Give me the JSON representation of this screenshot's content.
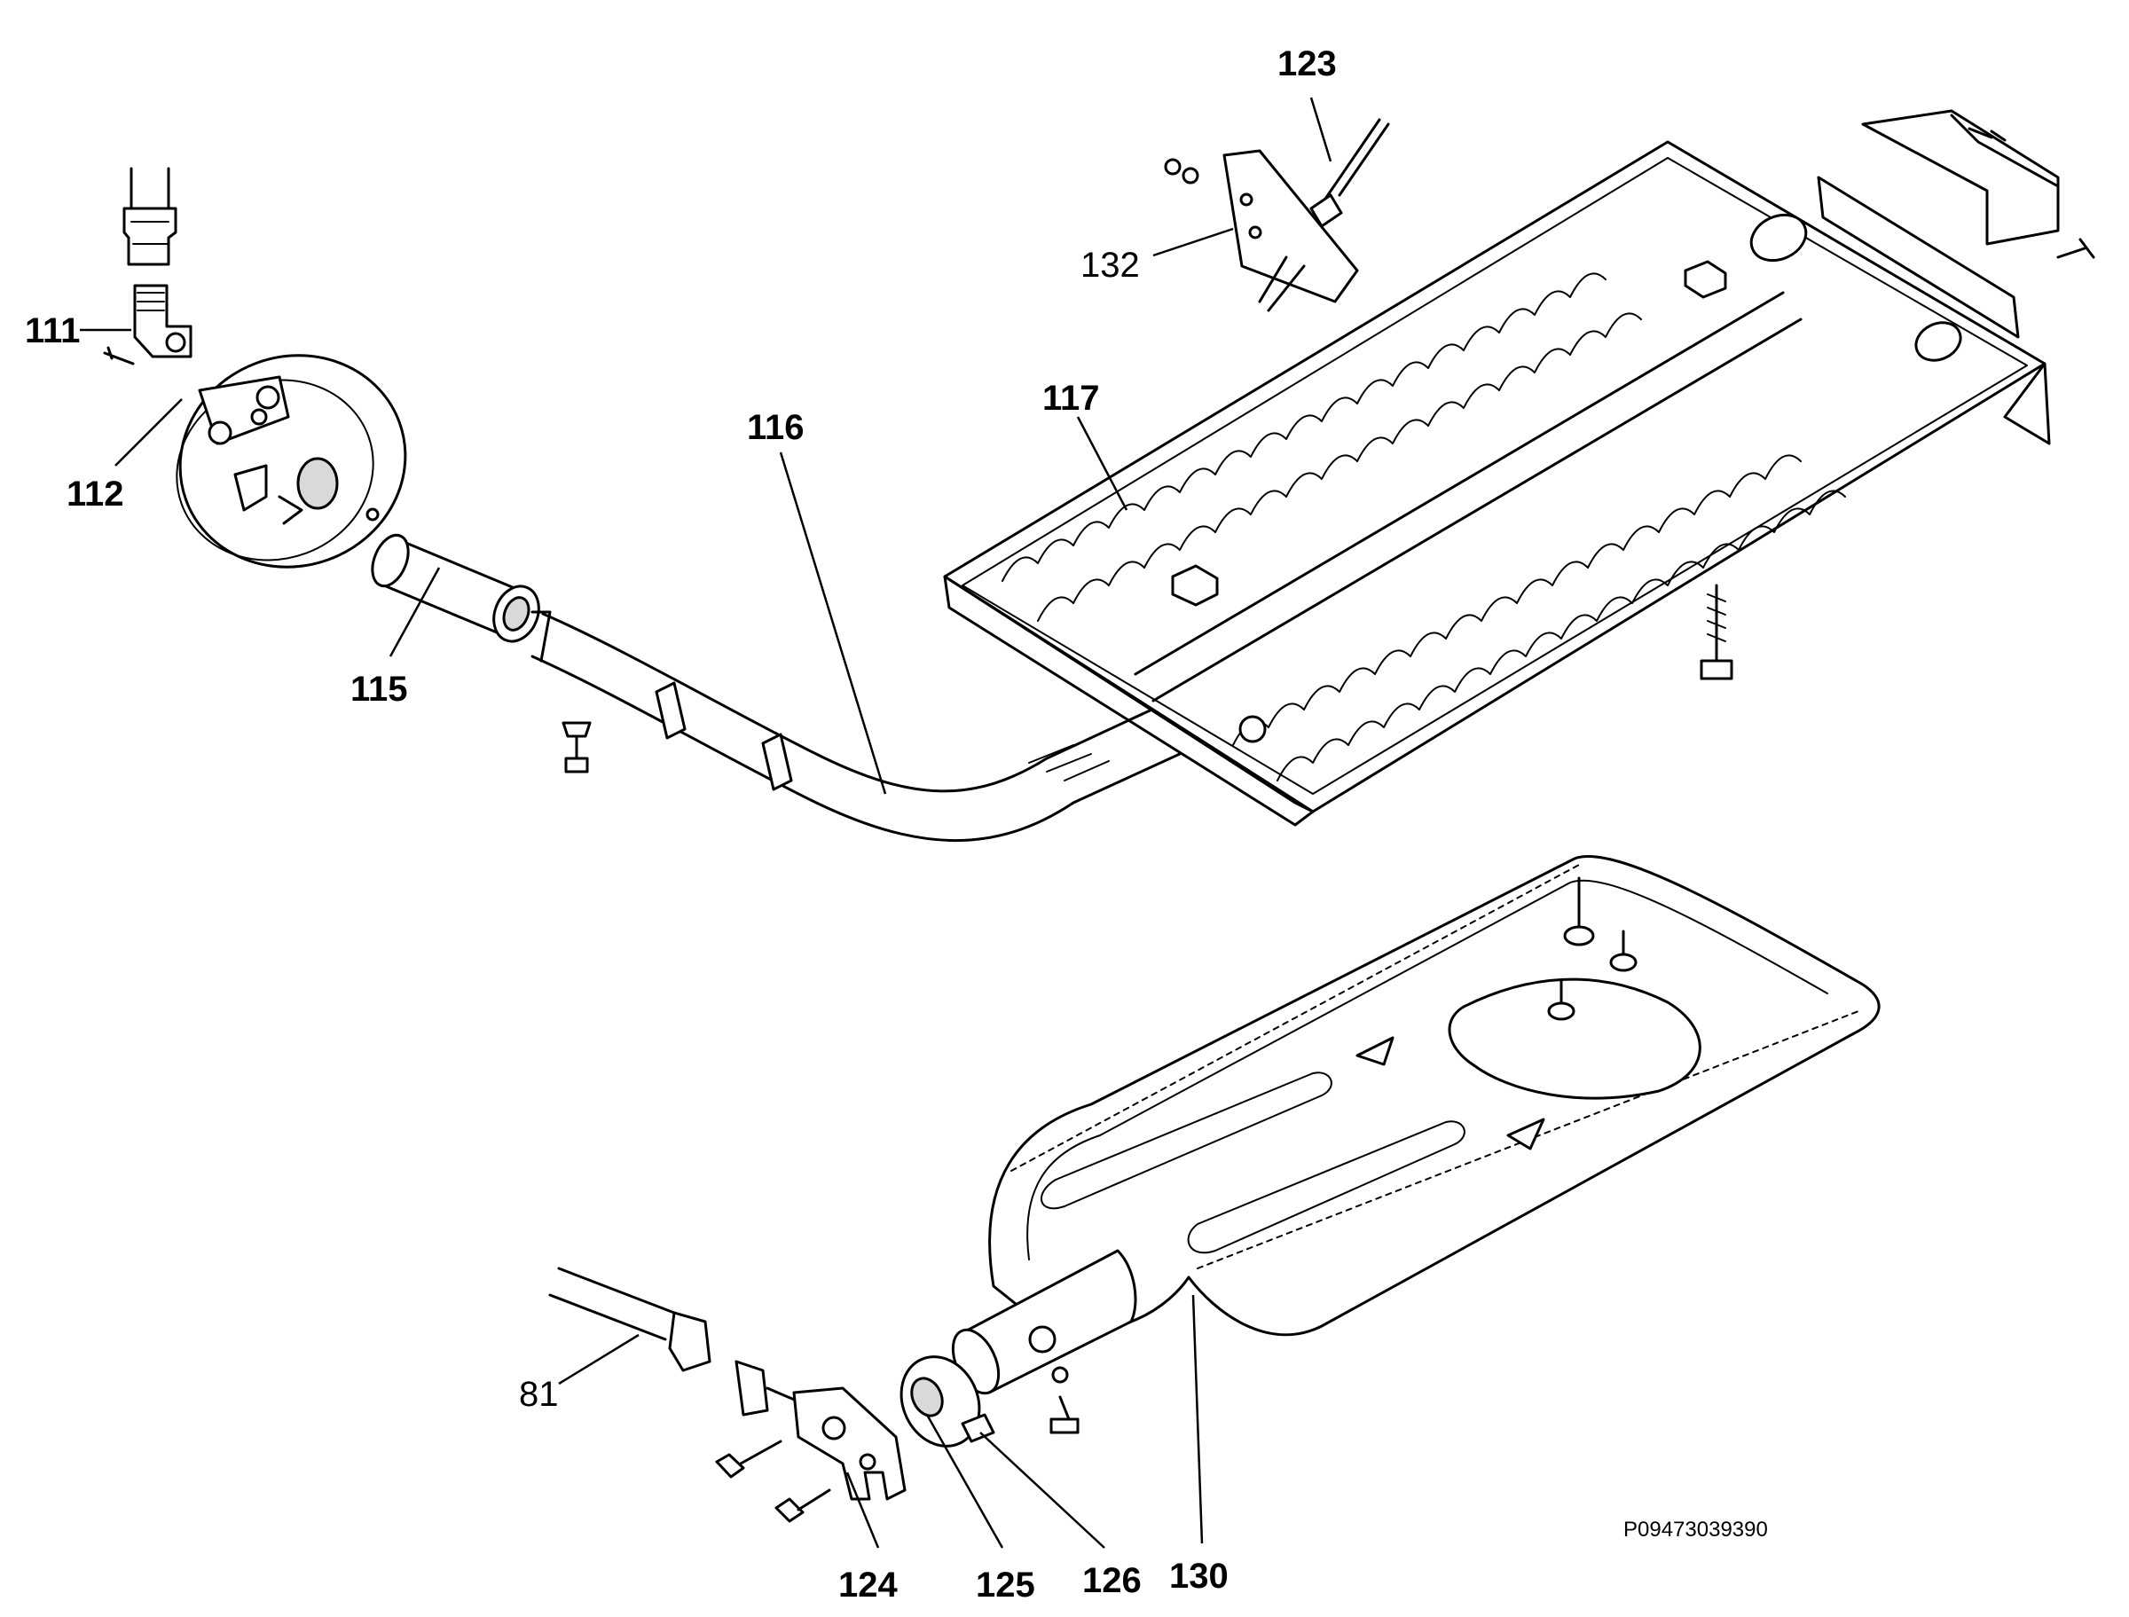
{
  "diagram": {
    "reference_code": "P09473039390",
    "parts": [
      {
        "id": "p111",
        "label": "111"
      },
      {
        "id": "p112",
        "label": "112"
      },
      {
        "id": "p115",
        "label": "115"
      },
      {
        "id": "p116",
        "label": "116"
      },
      {
        "id": "p117",
        "label": "117"
      },
      {
        "id": "p123",
        "label": "123"
      },
      {
        "id": "p132",
        "label": "132"
      },
      {
        "id": "p81",
        "label": "81"
      },
      {
        "id": "p124",
        "label": "124"
      },
      {
        "id": "p125",
        "label": "125"
      },
      {
        "id": "p126",
        "label": "126"
      },
      {
        "id": "p130",
        "label": "130"
      }
    ]
  }
}
